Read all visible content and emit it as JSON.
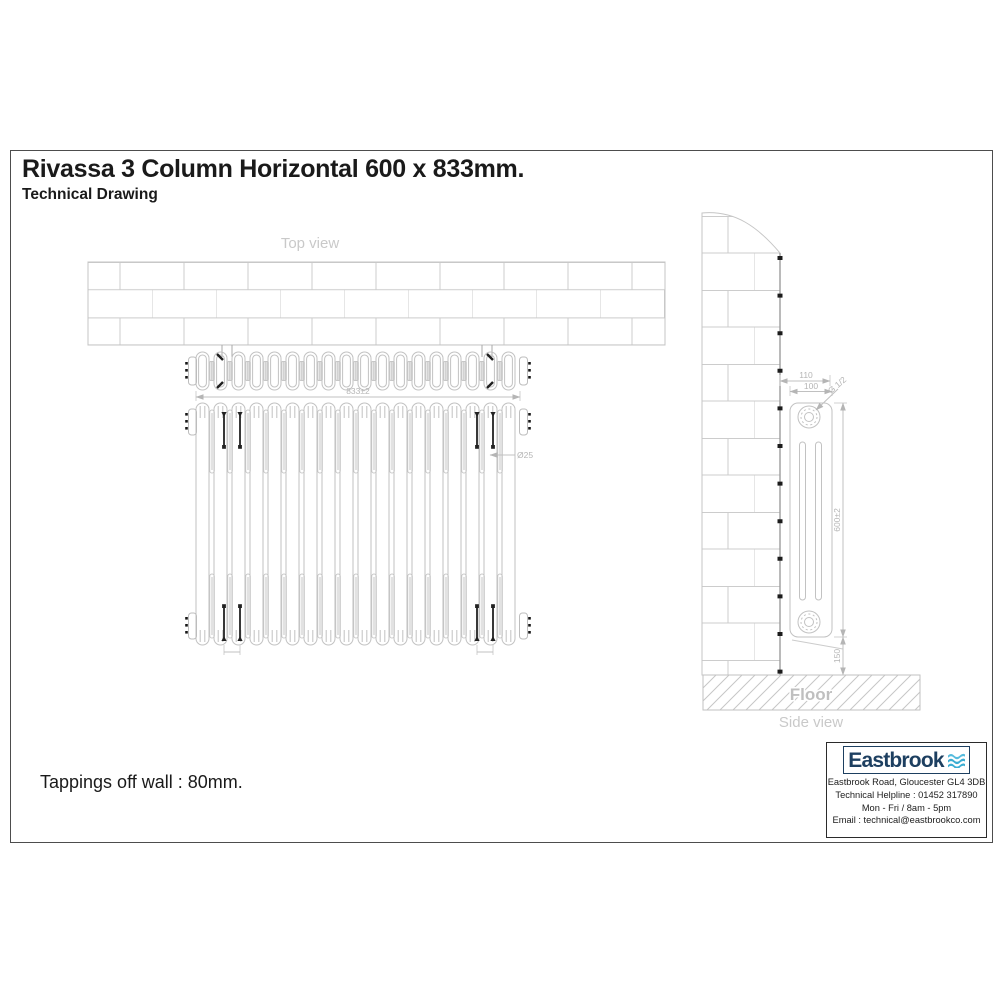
{
  "page": {
    "title": "Rivassa 3 Column Horizontal 600 x 833mm.",
    "subtitle": "Technical Drawing",
    "note": "Tappings off wall : 80mm."
  },
  "views": {
    "top": "Top view",
    "side": "Side view",
    "floor": "Floor"
  },
  "dimensions": {
    "width": "833±2",
    "height": "600±2",
    "depth": "100",
    "wall_to_front": "110",
    "floor_clearance": "150",
    "column_diameter": "Ø25",
    "tapping_thread": "G 1/2"
  },
  "brand": {
    "name": "Eastbrook",
    "logo_icon": "waves-icon",
    "address": "Eastbrook Road, Gloucester GL4 3DB",
    "helpline": "Technical Helpline : 01452 317890",
    "hours": "Mon - Fri / 8am - 5pm",
    "email": "Email : technical@eastbrookco.com"
  },
  "colors": {
    "brand_navy": "#1d3f60",
    "brand_teal": "#3badd2",
    "line": "#c2c2c2",
    "dim_text": "#b5b5b5",
    "dark": "#1f1f1f"
  }
}
